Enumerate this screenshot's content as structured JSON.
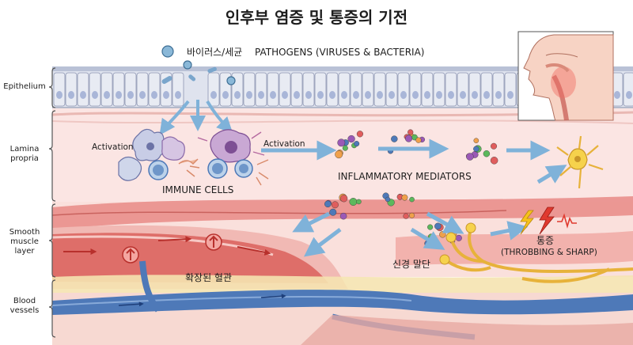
{
  "title": "인후부 염증 및 통증의 기전",
  "layers": {
    "epithelium": "Epithelium",
    "lamina_propria": "Lamina propria",
    "smooth_muscle": "Smooth muscle layer",
    "blood_vessels": "Blood vessels"
  },
  "pathogens": {
    "korean": "바이러스/세균",
    "english": "PATHOGENS (VIRUSES & BACTERIA)"
  },
  "labels": {
    "activation_left": "Activation",
    "activation_right": "Activation",
    "immune_cells": "IMMUNE CELLS",
    "inflammatory_mediators": "INFLAMMATORY MEDIATORS",
    "dilated_vessel": "확장된 혈관",
    "nerve_ending": "신경 말단",
    "pain_korean": "통증",
    "pain_english": "(THROBBING & SHARP)"
  },
  "icons": {
    "virus": "virus-icon",
    "bacteria": "bacteria-icon",
    "nerve_cell": "neuron-icon",
    "lightning": "lightning-bolt-icon",
    "throat_inset": "throat-anatomy-icon"
  },
  "colors": {
    "epithelium": "#dfe3ee",
    "lamina_propria": "#fbe5e3",
    "muscle": "#e88a86",
    "vessel_red": "#d65a57",
    "vessel_blue": "#4e79b8",
    "nerve": "#f0c440",
    "arrow": "#7fb2d9",
    "pain_red": "#e03a2f",
    "pain_yellow": "#f6c21c"
  }
}
